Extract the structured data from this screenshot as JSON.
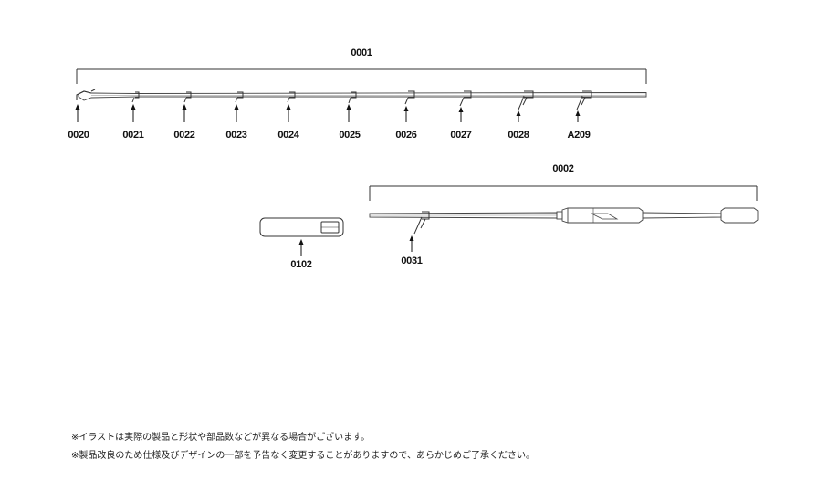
{
  "parts": {
    "tip_section": "0001",
    "butt_section": "0002",
    "tip_top": "0020",
    "guides_tip": [
      "0021",
      "0022",
      "0023",
      "0024",
      "0025",
      "0026",
      "0027",
      "0028",
      "A209"
    ],
    "guide_butt": "0031",
    "rod_case": "0102"
  },
  "notes": [
    "※イラストは実際の製品と形状や部品数などが異なる場合がございます。",
    "※製品改良のため仕様及びデザインの一部を予告なく変更することがありますので、あらかじめご了承ください。"
  ]
}
